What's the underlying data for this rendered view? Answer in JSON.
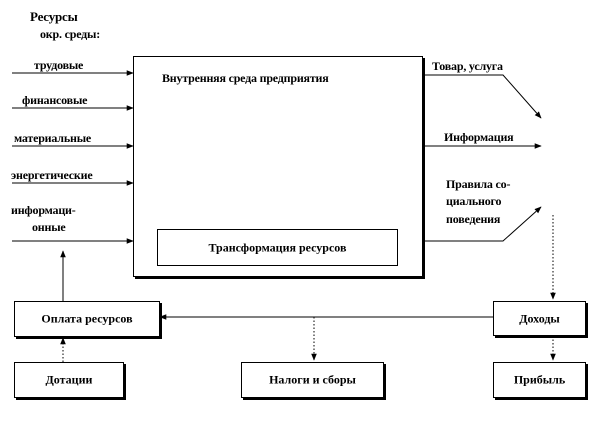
{
  "header": {
    "line1": "Ресурсы",
    "line2": "окр. среды:"
  },
  "inputs": {
    "labor": "трудовые",
    "financial": "финансовые",
    "material": "материальные",
    "energy": "энергетические",
    "info_line1": "информаци-",
    "info_line2": "онные"
  },
  "enterprise": {
    "title": "Внутренняя  среда  предприятия",
    "transformation": "Трансформация  ресурсов"
  },
  "outputs": {
    "goods": "Товар, услуга",
    "information": "Информация",
    "rules_line1": "Правила  со-",
    "rules_line2": "циального",
    "rules_line3": "поведения"
  },
  "boxes": {
    "resource_payment": "Оплата ресурсов",
    "subsidies": "Дотации",
    "taxes": "Налоги  и  сборы",
    "income": "Доходы",
    "profit": "Прибыль"
  }
}
